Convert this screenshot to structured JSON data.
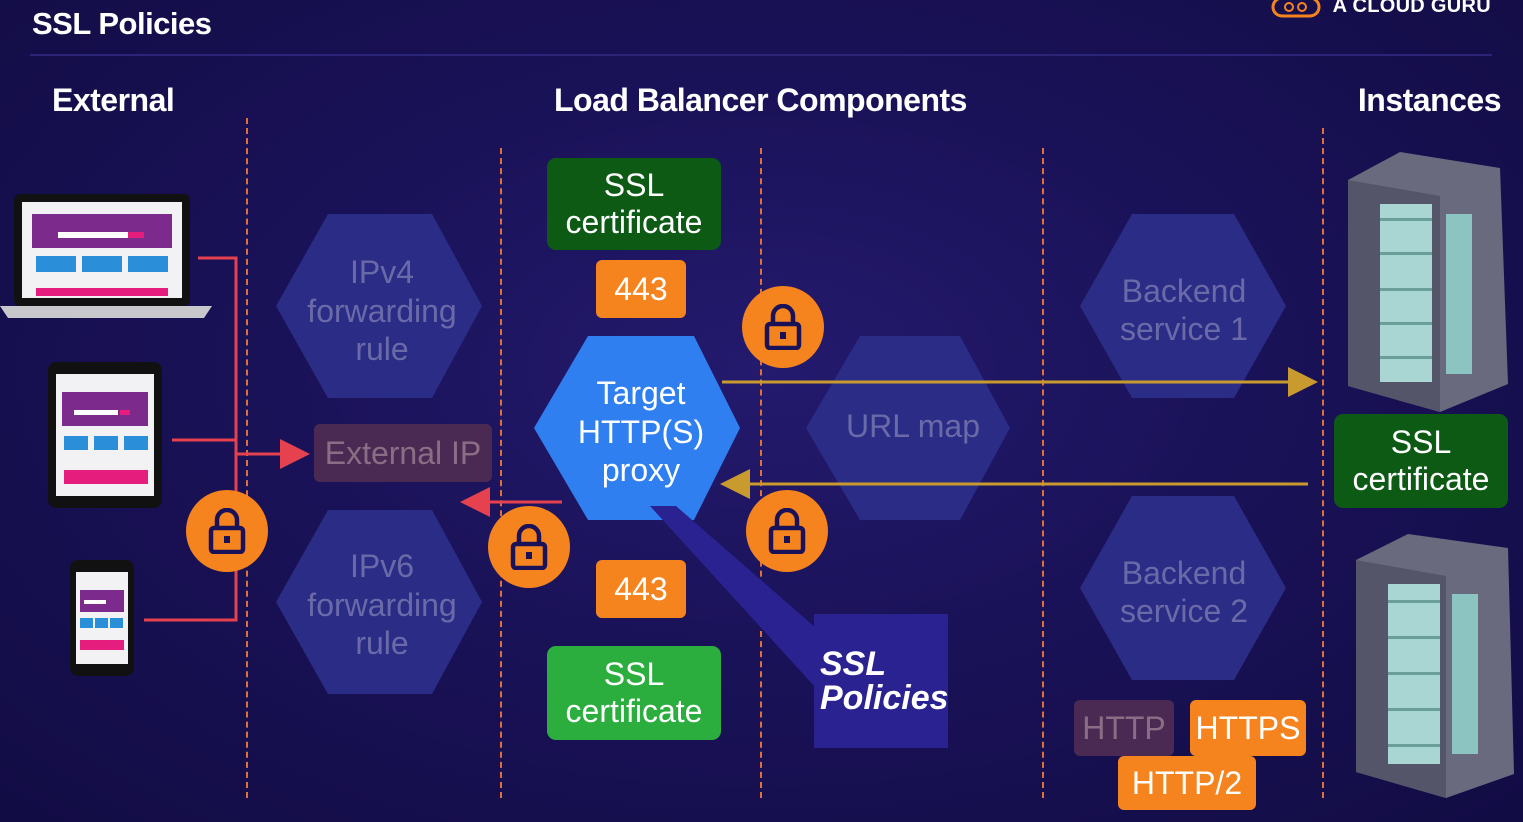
{
  "header": {
    "title": "SSL Policies",
    "brand": "A CLOUD GURU"
  },
  "columns": {
    "external": "External",
    "load_balancer": "Load Balancer Components",
    "instances": "Instances"
  },
  "components": {
    "ipv4_rule": "IPv4 forwarding rule",
    "ipv6_rule": "IPv6 forwarding rule",
    "external_ip": "External IP",
    "ssl_cert_top": "SSL certificate",
    "port_top": "443",
    "target_proxy": "Target HTTP(S) proxy",
    "port_bottom": "443",
    "ssl_cert_bottom": "SSL certificate",
    "url_map": "URL map",
    "ssl_policies": "SSL Policies",
    "backend_1": "Backend service 1",
    "backend_2": "Backend service 2",
    "ssl_cert_instances": "SSL certificate"
  },
  "protocols": {
    "http": "HTTP",
    "https": "HTTPS",
    "http2": "HTTP/2"
  },
  "colors": {
    "background": "#1a1258",
    "orange": "#f5841f",
    "dark_green": "#0d5a15",
    "light_green": "#2bae3e",
    "proxy_blue": "#2f7ff0",
    "faded_hex": "#2a2c86",
    "arrow_red": "#e5414f",
    "arrow_gold": "#c99a2e",
    "divider": "#e0703a"
  },
  "icons": [
    "laptop-icon",
    "tablet-icon",
    "phone-icon",
    "lock-icon",
    "server-rack-icon",
    "cloud-logo-icon"
  ]
}
